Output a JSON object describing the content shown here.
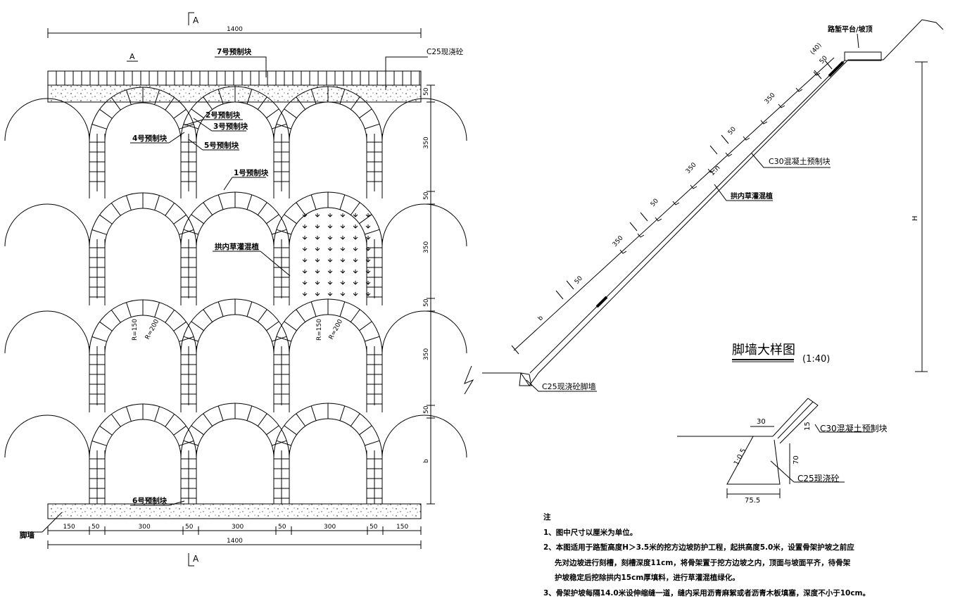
{
  "front_view": {
    "section_mark": "A",
    "section_mark_side": "A",
    "total_width": "1400",
    "top_labels": {
      "block7": "7号预制块",
      "cast_concrete": "C25现浇砼",
      "block2": "2号预制块",
      "block3": "3号预制块",
      "block4": "4号预制块",
      "block5": "5号预制块",
      "block1": "1号预制块",
      "block6": "6号预制块",
      "planting": "拱内草灌混植",
      "foot_wall": "脚墙"
    },
    "radii": {
      "r150": "R=150",
      "r200": "R=200"
    },
    "right_dims": [
      "50",
      "350",
      "50",
      "350",
      "50",
      "350",
      "50",
      "b"
    ],
    "bottom_dims": [
      "150",
      "50",
      "300",
      "50",
      "300",
      "50",
      "300",
      "50",
      "150"
    ],
    "bottom_total": "1400"
  },
  "slope_view": {
    "top_label": "路堑平台/坡顶",
    "dims_along": [
      "50",
      "(40)",
      "350",
      "50",
      "350",
      "50",
      "350",
      "50",
      "b"
    ],
    "ratio": "1:n",
    "block_label": "C30混凝土预制块",
    "planting": "拱内草灌混植",
    "height": "H",
    "foot_label": "C25现浇砼脚墙"
  },
  "detail": {
    "title": "脚墙大样图",
    "scale": "(1:40)",
    "block_label": "C30混凝土预制块",
    "cast_label": "C25现浇砼",
    "dim_top": "30",
    "dim_slope": "15",
    "ratio": "1:0.5",
    "dim_height": "70",
    "dim_bottom": "75.5"
  },
  "notes": {
    "heading": "注",
    "lines": [
      "1、图中尺寸以厘米为单位。",
      "2、本图适用于路堑高度H＞3.5米的挖方边坡防护工程，起拱高度5.0米，设置骨架护坡之前应",
      "   先对边坡进行刻槽，刻槽深度11cm，将骨架置于挖方边坡之内，顶面与坡面平齐，待骨架",
      "   护坡稳定后挖除拱内15cm厚填料，进行草灌混植绿化。",
      "3、骨架护坡每隔14.0米设伸缩缝一道，缝内采用沥青麻絮或者沥青木板填塞，深度不小于10cm。"
    ]
  }
}
